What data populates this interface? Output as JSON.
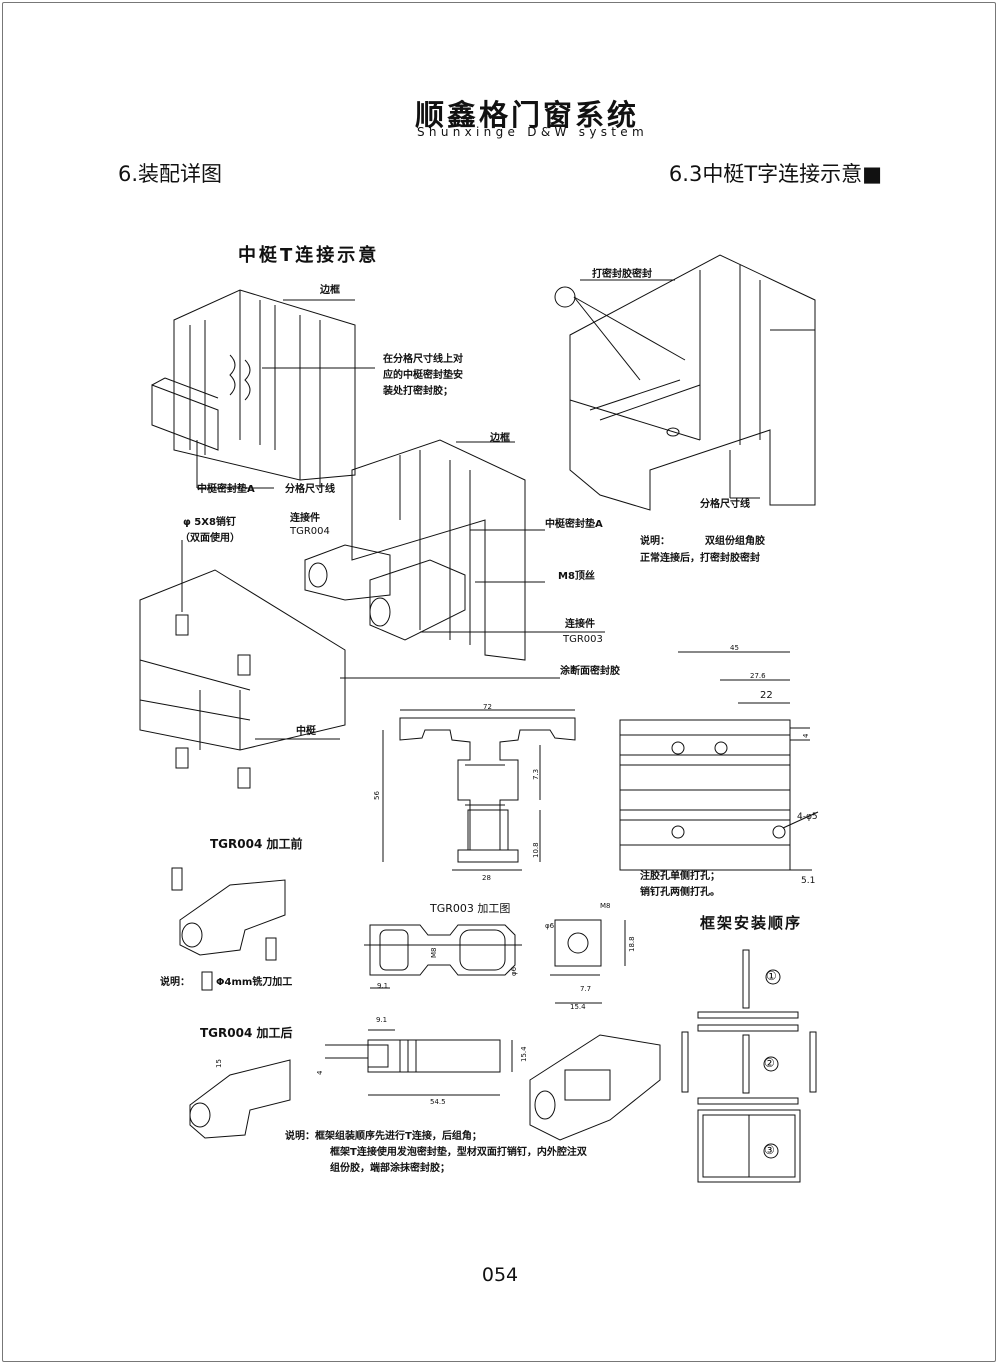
{
  "header": {
    "brand_name": "顺鑫格门窗系统",
    "brand_sub": "Shunxinge D&W system",
    "section_left": "6.装配详图",
    "section_right": "6.3中梃T字连接示意■"
  },
  "drawing": {
    "main_title": "中梃T连接示意",
    "labels": {
      "bian_kuang_1": "边框",
      "note_fill_1": "在分格尺寸线上对",
      "note_fill_2": "应的中梃密封垫安",
      "note_fill_3": "装处打密封胶；",
      "seal_a_1": "中梃密封垫A",
      "fen_ge_1": "分格尺寸线",
      "screw_label": "φ 5X8销钉",
      "screw_sub": "（双面使用）",
      "connector_1": "连接件",
      "connector_1_code": "TGR004",
      "bian_kuang_2": "边框",
      "seal_a_2": "中梃密封垫A",
      "m8": "M8顶丝",
      "connector_2": "连接件",
      "connector_2_code": "TGR003",
      "cut_seal": "涂断面密封胶",
      "zhong_ting": "中梃",
      "glue_top": "打密封胶密封",
      "fen_ge_2": "分格尺寸线",
      "note_glue_1": "说明：",
      "note_glue_1b": "双组份组角胶",
      "note_glue_2": "正常连接后，打密封胶密封",
      "hole_note_1": "注胶孔单侧打孔；",
      "hole_note_2": "销钉孔两侧打孔。",
      "before_title": "TGR004 加工前",
      "milling_note_a": "说明：",
      "milling_note_b": "Φ4mm铣刀加工",
      "tgr003_title": "TGR003 加工图",
      "after_title": "TGR004 加工后",
      "seq_title": "框架安装顺序",
      "bottom_note_1": "说明：框架组装顺序先进行T连接，后组角；",
      "bottom_note_2": "框架T连接使用发泡密封垫，型材双面打销钉，内外腔注双",
      "bottom_note_3": "组份胶，端部涂抹密封胶；"
    },
    "dims": {
      "d72": "72",
      "d56": "56",
      "d73": "7.3",
      "d108": "10.8",
      "d28": "28",
      "d45": "45",
      "d276": "27.6",
      "d22": "22",
      "d4": "4",
      "d4phi5": "4-φ5",
      "d51": "5.1",
      "m8": "M8",
      "phi6": "φ6",
      "phi6b": "φ6",
      "d91": "9.1",
      "d188": "18.8",
      "d77": "7.7",
      "d154": "15.4",
      "d15": "15",
      "d4b": "4",
      "d91b": "9.1",
      "d154b": "15.4",
      "d545": "54.5"
    },
    "sequence": [
      "①",
      "②",
      "③"
    ]
  },
  "footer": {
    "page_number": "054"
  }
}
